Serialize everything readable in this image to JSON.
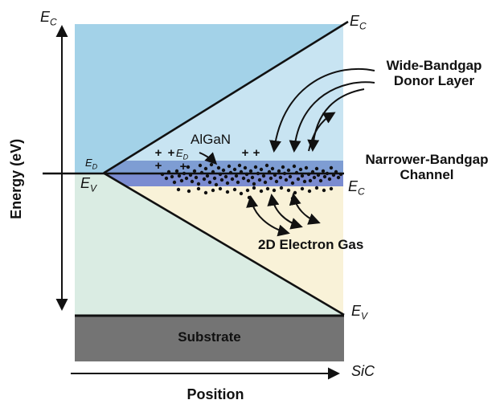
{
  "axes": {
    "y_label": "Energy (eV)",
    "x_label": "Position",
    "x_end_label": "SiC"
  },
  "labels": {
    "ec_top_left": {
      "main": "E",
      "sub": "C"
    },
    "ec_top_right": {
      "main": "E",
      "sub": "C"
    },
    "ec_channel": {
      "main": "E",
      "sub": "C"
    },
    "ev_axis": {
      "main": "E",
      "sub": "V"
    },
    "ev_right": {
      "main": "E",
      "sub": "V"
    },
    "ed_axis": {
      "main": "E",
      "sub": "D"
    },
    "ed_donor": {
      "main": "E",
      "sub": "D"
    }
  },
  "annotations": {
    "algan": "AlGaN",
    "wide_bandgap": [
      "Wide-Bandgap",
      "Donor Layer"
    ],
    "narrower_bandgap": [
      "Narrower-Bandgap",
      "Channel"
    ],
    "two_deg": "2D Electron Gas",
    "substrate": "Substrate"
  },
  "colors": {
    "wide_gap_left": "#a3d2e8",
    "wide_gap_right": "#c8e4f2",
    "band_upper": "#7e9dd3",
    "band_lower": "#7b8cd1",
    "cream": "#f9f2d8",
    "mint": "#daece3",
    "substrate": "#747474",
    "line": "#111111"
  },
  "donor_ions": {
    "symbol": "+",
    "positions": [
      [
        197,
        190
      ],
      [
        213,
        190
      ],
      [
        305,
        190
      ],
      [
        319,
        190
      ],
      [
        197,
        206
      ],
      [
        228,
        207
      ]
    ]
  },
  "electrons": {
    "radius": 2.2,
    "dots": [
      [
        202,
        217
      ],
      [
        207,
        222
      ],
      [
        210,
        214
      ],
      [
        214,
        220
      ],
      [
        217,
        227
      ],
      [
        220,
        213
      ],
      [
        223,
        219
      ],
      [
        226,
        225
      ],
      [
        229,
        216
      ],
      [
        232,
        222
      ],
      [
        234,
        208
      ],
      [
        237,
        218
      ],
      [
        239,
        226
      ],
      [
        242,
        213
      ],
      [
        244,
        221
      ],
      [
        247,
        229
      ],
      [
        249,
        206
      ],
      [
        251,
        215
      ],
      [
        254,
        223
      ],
      [
        256,
        210
      ],
      [
        258,
        219
      ],
      [
        261,
        227
      ],
      [
        263,
        205
      ],
      [
        265,
        214
      ],
      [
        267,
        222
      ],
      [
        269,
        230
      ],
      [
        272,
        209
      ],
      [
        274,
        217
      ],
      [
        276,
        224
      ],
      [
        278,
        212
      ],
      [
        281,
        220
      ],
      [
        283,
        228
      ],
      [
        285,
        207
      ],
      [
        287,
        215
      ],
      [
        289,
        223
      ],
      [
        292,
        211
      ],
      [
        294,
        219
      ],
      [
        296,
        227
      ],
      [
        298,
        206
      ],
      [
        300,
        214
      ],
      [
        303,
        222
      ],
      [
        305,
        209
      ],
      [
        307,
        217
      ],
      [
        309,
        225
      ],
      [
        312,
        213
      ],
      [
        314,
        221
      ],
      [
        316,
        229
      ],
      [
        318,
        208
      ],
      [
        321,
        216
      ],
      [
        323,
        224
      ],
      [
        325,
        211
      ],
      [
        328,
        219
      ],
      [
        330,
        227
      ],
      [
        332,
        206
      ],
      [
        335,
        214
      ],
      [
        337,
        222
      ],
      [
        339,
        210
      ],
      [
        342,
        218
      ],
      [
        344,
        226
      ],
      [
        347,
        213
      ],
      [
        349,
        221
      ],
      [
        352,
        208
      ],
      [
        354,
        216
      ],
      [
        356,
        224
      ],
      [
        359,
        212
      ],
      [
        361,
        220
      ],
      [
        364,
        228
      ],
      [
        366,
        207
      ],
      [
        369,
        215
      ],
      [
        371,
        223
      ],
      [
        374,
        211
      ],
      [
        376,
        219
      ],
      [
        379,
        226
      ],
      [
        381,
        209
      ],
      [
        384,
        217
      ],
      [
        386,
        225
      ],
      [
        389,
        214
      ],
      [
        391,
        221
      ],
      [
        394,
        210
      ],
      [
        396,
        218
      ],
      [
        399,
        225
      ],
      [
        402,
        213
      ],
      [
        404,
        220
      ],
      [
        407,
        216
      ],
      [
        410,
        223
      ],
      [
        412,
        209
      ],
      [
        415,
        218
      ],
      [
        418,
        214
      ],
      [
        421,
        221
      ],
      [
        424,
        217
      ],
      [
        222,
        236
      ],
      [
        235,
        238
      ],
      [
        247,
        235
      ],
      [
        256,
        240
      ],
      [
        265,
        237
      ],
      [
        274,
        235
      ],
      [
        283,
        239
      ],
      [
        292,
        236
      ],
      [
        300,
        241
      ],
      [
        308,
        237
      ],
      [
        316,
        234
      ],
      [
        325,
        238
      ],
      [
        333,
        235
      ],
      [
        341,
        237
      ],
      [
        350,
        234
      ],
      [
        359,
        237
      ],
      [
        367,
        240
      ],
      [
        376,
        235
      ],
      [
        385,
        238
      ],
      [
        394,
        234
      ],
      [
        403,
        237
      ],
      [
        412,
        235
      ],
      [
        310,
        246
      ],
      [
        340,
        249
      ],
      [
        364,
        247
      ]
    ]
  }
}
